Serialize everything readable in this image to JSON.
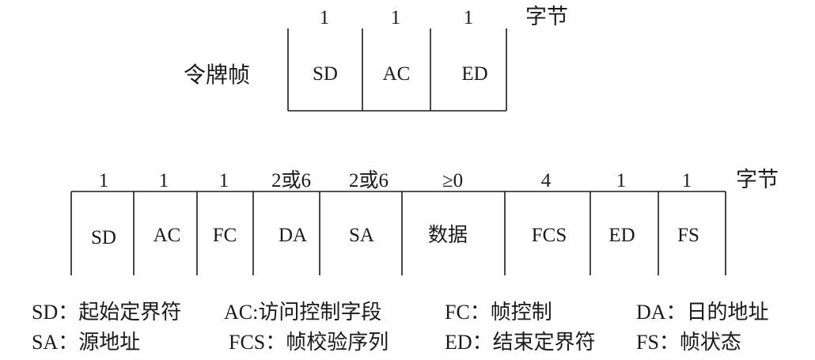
{
  "token": {
    "title": "令牌帧",
    "unit": "字节",
    "sizes": [
      "1",
      "1",
      "1"
    ],
    "cells": [
      "SD",
      "AC",
      "ED"
    ]
  },
  "data_frame": {
    "unit": "字节",
    "sizes": [
      "1",
      "1",
      "1",
      "2或6",
      "2或6",
      "≥0",
      "4",
      "1",
      "1"
    ],
    "cells": [
      "SD",
      "AC",
      "FC",
      "DA",
      "SA",
      "数据",
      "FCS",
      "ED",
      "FS"
    ]
  },
  "legend": {
    "row1": [
      "SD：起始定界符",
      "AC:访问控制字段",
      "FC：帧控制",
      "DA：日的地址"
    ],
    "row2": [
      "SA：源地址",
      "FCS：帧校验序列",
      "ED：结束定界符",
      "FS：帧状态"
    ]
  }
}
